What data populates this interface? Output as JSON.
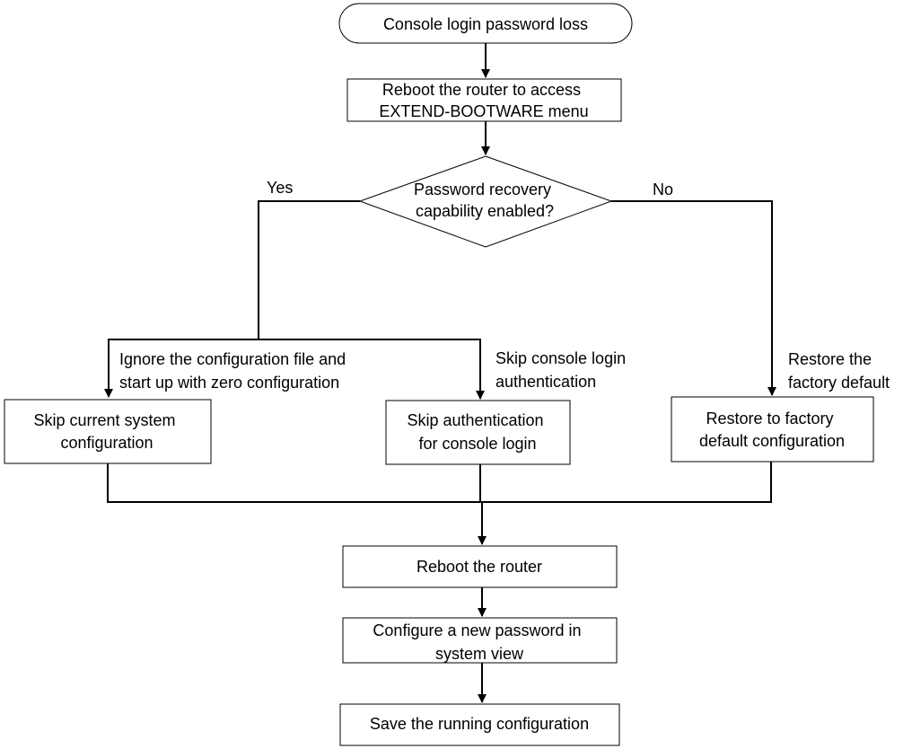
{
  "flowchart": {
    "start": "Console login password loss",
    "reboot_access": [
      "Reboot the router to access",
      "EXTEND-BOOTWARE menu"
    ],
    "decision": [
      "Password recovery",
      "capability enabled?"
    ],
    "branch_yes": "Yes",
    "branch_no": "No",
    "note_ignore": [
      "Ignore the configuration file and",
      "start up with zero configuration"
    ],
    "note_skip_auth": [
      "Skip console login",
      "authentication"
    ],
    "note_restore": [
      "Restore the",
      "factory default"
    ],
    "skip_config": [
      "Skip current system",
      "configuration"
    ],
    "skip_auth": [
      "Skip authentication",
      "for console login"
    ],
    "restore_factory": [
      "Restore to factory",
      "default configuration"
    ],
    "reboot_router": "Reboot the router",
    "configure_password": [
      "Configure a new password in",
      "system view"
    ],
    "save_config": "Save the running configuration"
  }
}
